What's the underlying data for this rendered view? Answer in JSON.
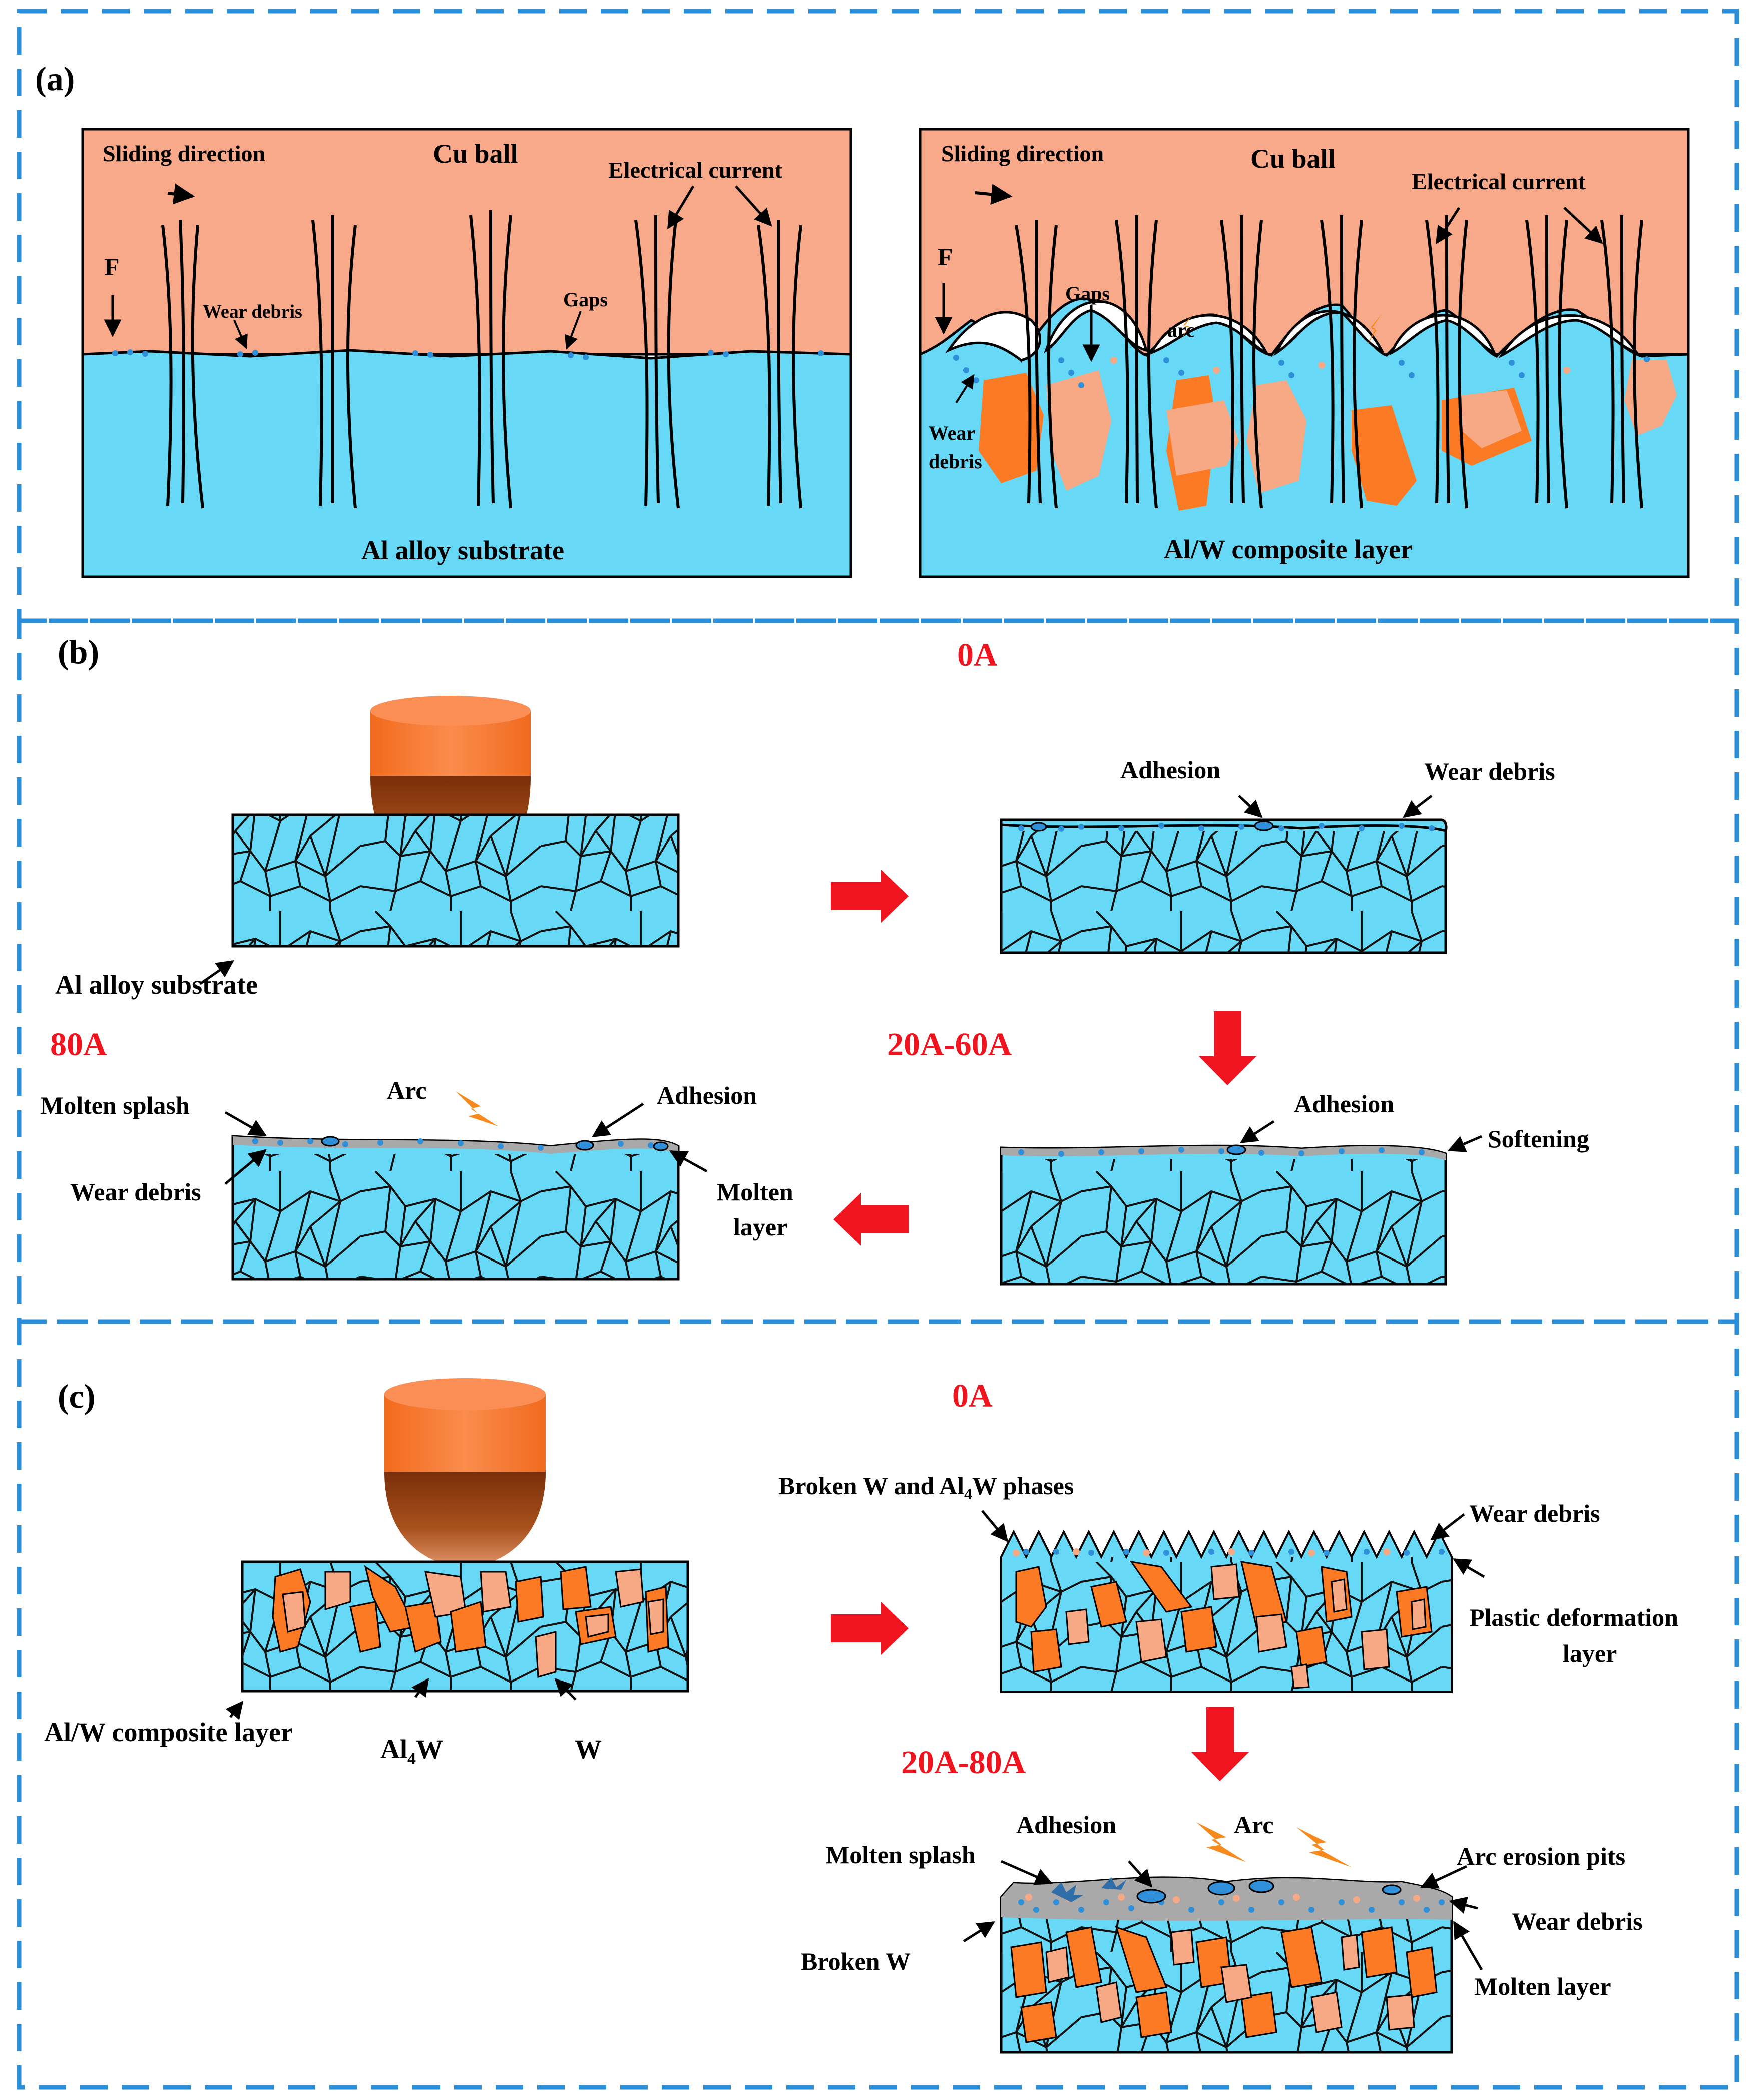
{
  "colors": {
    "panel_border": "#2a8fd8",
    "ball_color": "#f8a98a",
    "substrate": "#67d8f5",
    "red_label": "#f0141e",
    "arrow_red": "#f0141e",
    "w_particle": "#f7a985",
    "al4w_particle": "#fb7a23",
    "ball_top": "#fa7a34",
    "ball_bottom": "#8a3a12",
    "arc_color": "#f78a1d",
    "debris_blue": "#2f8fd8",
    "molten_gray": "#a9a9a9"
  },
  "panel_a": {
    "label": "(a)",
    "left": {
      "sliding": "Sliding direction",
      "ball": "Cu ball",
      "current": "Electrical current",
      "force": "F",
      "wear_debris": "Wear debris",
      "gaps": "Gaps",
      "substrate": "Al alloy substrate"
    },
    "right": {
      "sliding": "Sliding direction",
      "ball": "Cu ball",
      "current": "Electrical current",
      "force": "F",
      "gaps": "Gaps",
      "arc": "arc",
      "wear": "Wear",
      "debris": "debris",
      "substrate": "Al/W composite layer"
    }
  },
  "panel_b": {
    "label": "(b)",
    "current_0": "0A",
    "current_mid": "20A-60A",
    "current_high": "80A",
    "substrate": "Al alloy substrate",
    "adhesion": "Adhesion",
    "wear_debris": "Wear debris",
    "softening": "Softening",
    "arc": "Arc",
    "molten_splash": "Molten splash",
    "molten": "Molten",
    "layer": "layer"
  },
  "panel_c": {
    "label": "(c)",
    "current_0": "0A",
    "current_high": "20A-80A",
    "composite": "Al/W composite layer",
    "al4w_main": "Al",
    "al4w_sub": "4",
    "al4w_end": "W",
    "w": "W",
    "broken_a": "Broken W and Al",
    "broken_b": " phases",
    "wear_debris": "Wear debris",
    "plastic_1": "Plastic deformation",
    "plastic_2": "layer",
    "adhesion": "Adhesion",
    "arc": "Arc",
    "molten_splash": "Molten splash",
    "arc_pits": "Arc erosion pits",
    "broken_w": "Broken W",
    "molten_layer": "Molten layer"
  }
}
